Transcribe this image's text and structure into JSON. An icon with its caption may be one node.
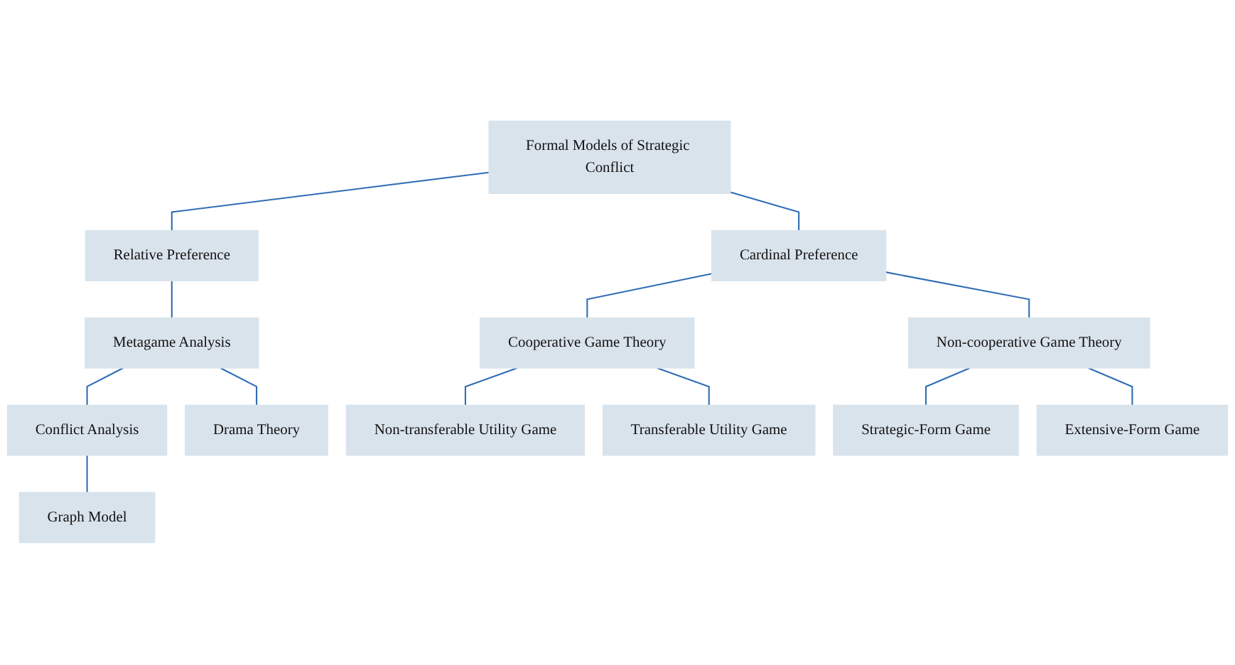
{
  "diagram": {
    "nodes": [
      {
        "text": [
          "Formal Models of Strategic Conflict"
        ]
      },
      {
        "text": [
          "Relative Preference"
        ]
      },
      {
        "text": [
          "Cardinal Preference"
        ]
      },
      {
        "text": [
          "Metagame Analysis"
        ]
      },
      {
        "text": [
          "Conflict Analysis"
        ]
      },
      {
        "text": [
          "Drama Theory"
        ]
      },
      {
        "text": [
          "Graph Model"
        ]
      },
      {
        "text": [
          "Cooperative Game Theory"
        ]
      },
      {
        "text": [
          "Non-cooperative Game Theory"
        ]
      },
      {
        "text": [
          "Non-transferable Utility Game"
        ]
      },
      {
        "text": [
          "Transferable Utility Game"
        ]
      },
      {
        "text": [
          "Strategic-Form Game"
        ]
      },
      {
        "text": [
          "Extensive-Form Game"
        ]
      }
    ],
    "edges": [
      {
        "from": 0,
        "to": 1,
        "arrow": "none"
      },
      {
        "from": 0,
        "to": 2,
        "arrow": "none"
      },
      {
        "from": 1,
        "to": 3,
        "arrow": "none"
      },
      {
        "from": 3,
        "to": 4,
        "arrow": "none"
      },
      {
        "from": 3,
        "to": 5,
        "arrow": "none"
      },
      {
        "from": 4,
        "to": 6,
        "arrow": "none"
      },
      {
        "from": 2,
        "to": 7,
        "arrow": "none"
      },
      {
        "from": 2,
        "to": 8,
        "arrow": "none"
      },
      {
        "from": 7,
        "to": 9,
        "arrow": "none"
      },
      {
        "from": 7,
        "to": 10,
        "arrow": "none"
      },
      {
        "from": 8,
        "to": 11,
        "arrow": "none"
      },
      {
        "from": 8,
        "to": 12,
        "arrow": "none"
      }
    ]
  }
}
